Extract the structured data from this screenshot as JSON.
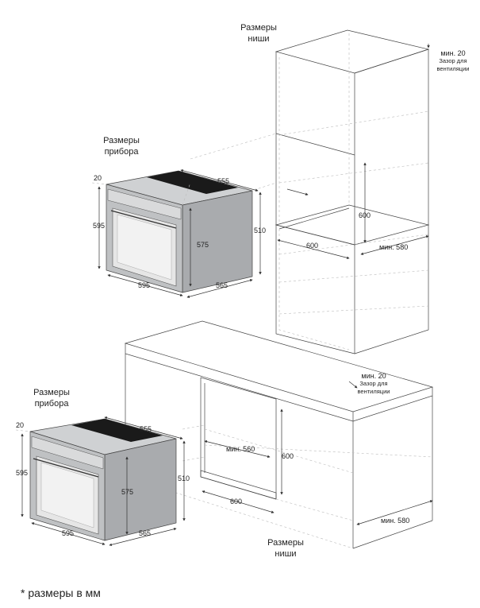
{
  "colors": {
    "steel": "#bfc1c3",
    "steel_dark": "#8d8f92",
    "glass": "#e8e8e8",
    "black": "#1a1a1a",
    "line": "#444444"
  },
  "top_niche": {
    "title_line1": "Размеры",
    "title_line2": "ниши",
    "gap_value": "мин. 20",
    "gap_line1": "Зазор для",
    "gap_line2": "вентиляции",
    "height": "600",
    "width": "600",
    "depth": "мин. 580"
  },
  "top_device": {
    "title_line1": "Размеры",
    "title_line2": "прибора",
    "top_gap": "20",
    "front_height": "595",
    "inner_height": "575",
    "body_height": "510",
    "depth_top": "555",
    "width": "595",
    "depth_side": "565"
  },
  "bottom_niche": {
    "title_line1": "Размеры",
    "title_line2": "ниши",
    "gap_value": "мин. 20",
    "gap_line1": "Зазор для",
    "gap_line2": "вентиляции",
    "inner_width": "мин. 560",
    "height": "600",
    "width": "600",
    "depth": "мин. 580"
  },
  "bottom_device": {
    "title_line1": "Размеры",
    "title_line2": "прибора",
    "top_gap": "20",
    "front_height": "595",
    "inner_height": "575",
    "body_height": "510",
    "depth_top": "555",
    "width": "595",
    "depth_side": "565"
  },
  "footnote": "* размеры в мм"
}
